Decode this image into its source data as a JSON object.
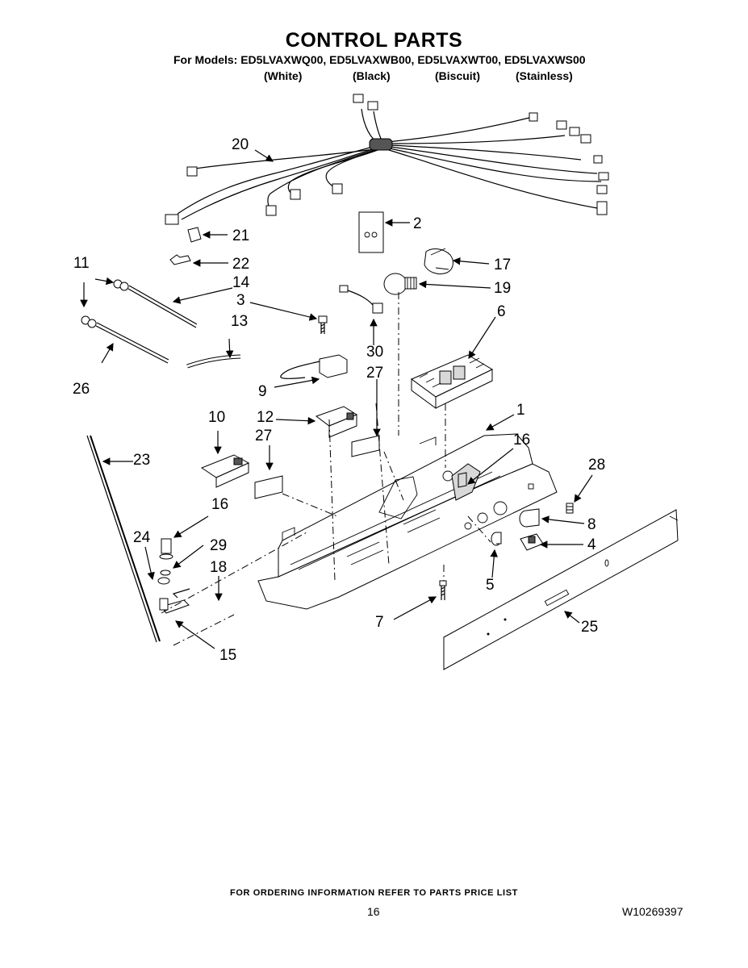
{
  "header": {
    "title": "CONTROL PARTS",
    "models_line": "For Models: ED5LVAXWQ00, ED5LVAXWB00, ED5LVAXWT00, ED5LVAXWS00",
    "variants": [
      "(White)",
      "(Black)",
      "(Biscuit)",
      "(Stainless)"
    ]
  },
  "callouts": [
    "20",
    "2",
    "21",
    "22",
    "17",
    "19",
    "11",
    "14",
    "3",
    "13",
    "30",
    "6",
    "26",
    "27",
    "9",
    "10",
    "12",
    "1",
    "27",
    "16",
    "23",
    "28",
    "16",
    "8",
    "24",
    "29",
    "4",
    "18",
    "5",
    "7",
    "25",
    "15"
  ],
  "footer": {
    "ordering_note": "FOR ORDERING INFORMATION REFER TO PARTS PRICE LIST",
    "page_number": "16",
    "document_number": "W10269397"
  }
}
